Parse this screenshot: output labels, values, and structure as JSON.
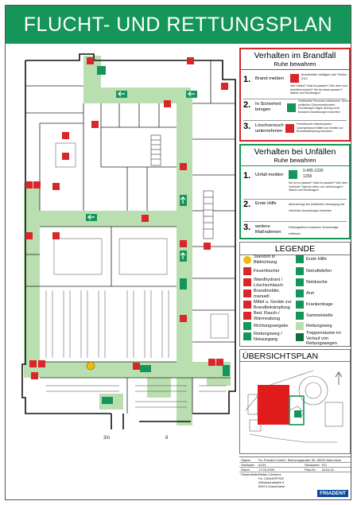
{
  "title": "FLUCHT- UND RETTUNGSPLAN",
  "plan": {
    "label_3m": "3m",
    "label_8": "8"
  },
  "brand": {
    "title": "Verhalten im Brandfall",
    "subtitle": "Ruhe bewahren",
    "steps": [
      {
        "num": "1.",
        "label": "Brand melden",
        "detail": "Brandmelder betätigen oder Telefon 0112",
        "hints": "Wer meldet? Was ist passiert? Wie viele sind betroffen/verletzt? Wo ist etwas passiert? Warten auf Rückfragen!"
      },
      {
        "num": "2.",
        "label": "In Sicherheit bringen",
        "detail": "Gefährdete Personen mitnehmen Türen schließen Gekennzeichneten Fluchtwegen folgen Aufzug nicht benutzen Anweisungen beachten"
      },
      {
        "num": "3.",
        "label": "Löschversuch unternehmen",
        "detail": "Feuerlöscher Wandhydrant / Löschschlauch Mittel und Geräte zur Brandbekämpfung benutzen"
      }
    ]
  },
  "unfall": {
    "title": "Verhalten bei Unfällen",
    "subtitle": "Ruhe bewahren",
    "steps": [
      {
        "num": "1.",
        "label": "Unfall melden",
        "phone1": "0-495-1330",
        "phone2": "1258",
        "hints": "Wo ist es passiert? Was ist passiert? Wie viele Verletzte? Welche Arten von Verletzungen? Warten auf Rückfragen!"
      },
      {
        "num": "2.",
        "label": "Erste Hilfe",
        "detail": "Absicherung des Unfallortes Versorgung der Verletzten Anweisungen beachten"
      },
      {
        "num": "3.",
        "label": "weitere Maßnahmen",
        "detail": "Rettungsdienst einweisen Schaulustige entfernen"
      }
    ]
  },
  "legend": {
    "title": "LEGENDE",
    "items_left": [
      "Standort in Bildrichtung",
      "Feuerlöscher",
      "Wandhydrant / Löschschlauch",
      "Brandmelder, manuell",
      "Mittel u. Geräte zur Brandbekämpfung",
      "Bed. Rauch-/ Wärmeabzug",
      "Richtungsangabe",
      "Rettungsweg / Notausgang"
    ],
    "items_right": [
      "Erste Hilfe",
      "Notruftelefon",
      "Notdusche",
      "Arzt",
      "Krankentrage",
      "Sammelstelle",
      "Rettungsweg",
      "Treppenräume im Verlauf von Rettungswegen"
    ]
  },
  "overview": {
    "title": "ÜBERSICHTSPLAN"
  },
  "footer": {
    "rows": [
      {
        "k": "Objekt:",
        "v": "Fa. Friedent GmbH, Steinzeugstraße 50, 68229 Mannheim"
      },
      {
        "k": "Gebäude:",
        "v": "A104",
        "k2": "Stockwerk:",
        "v2": "EG"
      },
      {
        "k": "Stand:",
        "v": "17.03.2009",
        "k2": "Plan-Nr.:",
        "v2": "A104-01"
      },
      {
        "k": "Planersteller:",
        "v": "Stefan Clemens"
      },
      {
        "k": "",
        "v": "Fa. CADdOFFICE"
      },
      {
        "k": "",
        "v": "Wiesbachstraße 6"
      },
      {
        "k": "",
        "v": "69074 Zotzenheim"
      }
    ],
    "logo": "FRIADENT"
  },
  "colors": {
    "green": "#16955a",
    "red": "#d9262b",
    "route": "#b9dfb0",
    "stair": "#0f6e3e"
  }
}
